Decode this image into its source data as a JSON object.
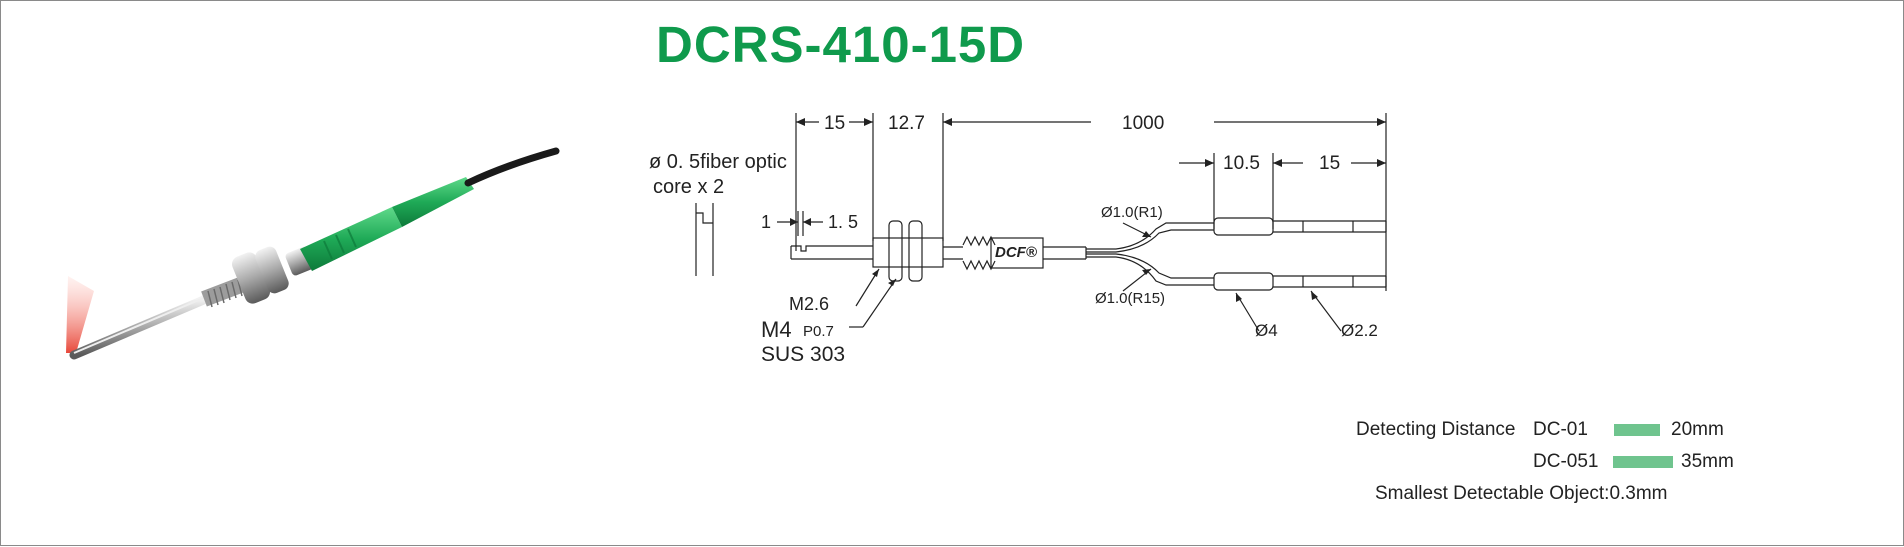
{
  "title": "DCRS-410-15D",
  "fiber_note": {
    "line1": "ø 0. 5fiber optic",
    "line2": "core x 2"
  },
  "dimensions": {
    "d15_left": "15",
    "d12_7": "12.7",
    "d1000": "1000",
    "d10_5": "10.5",
    "d15_right": "15",
    "d1": "1",
    "d1_5": "1. 5"
  },
  "labels": {
    "m2_6": "M2.6",
    "m4": "M4",
    "p0_7": "P0.7",
    "sus": "SUS 303",
    "r1": "Ø1.0(R1)",
    "r15": "Ø1.0(R15)",
    "phi4": "Ø4",
    "phi2_2": "Ø2.2",
    "brand": "DCF®"
  },
  "specs": {
    "detect_label": "Detecting  Distance",
    "dc01_name": "DC-01",
    "dc01_value": "20mm",
    "dc051_name": "DC-051",
    "dc051_value": "35mm",
    "smallest": "Smallest Detectable Object:0.3mm"
  },
  "colors": {
    "title": "#0f9a4c",
    "bar": "#6fc48e",
    "sensor_green": "#1faa57",
    "laser": "#e8483a"
  }
}
